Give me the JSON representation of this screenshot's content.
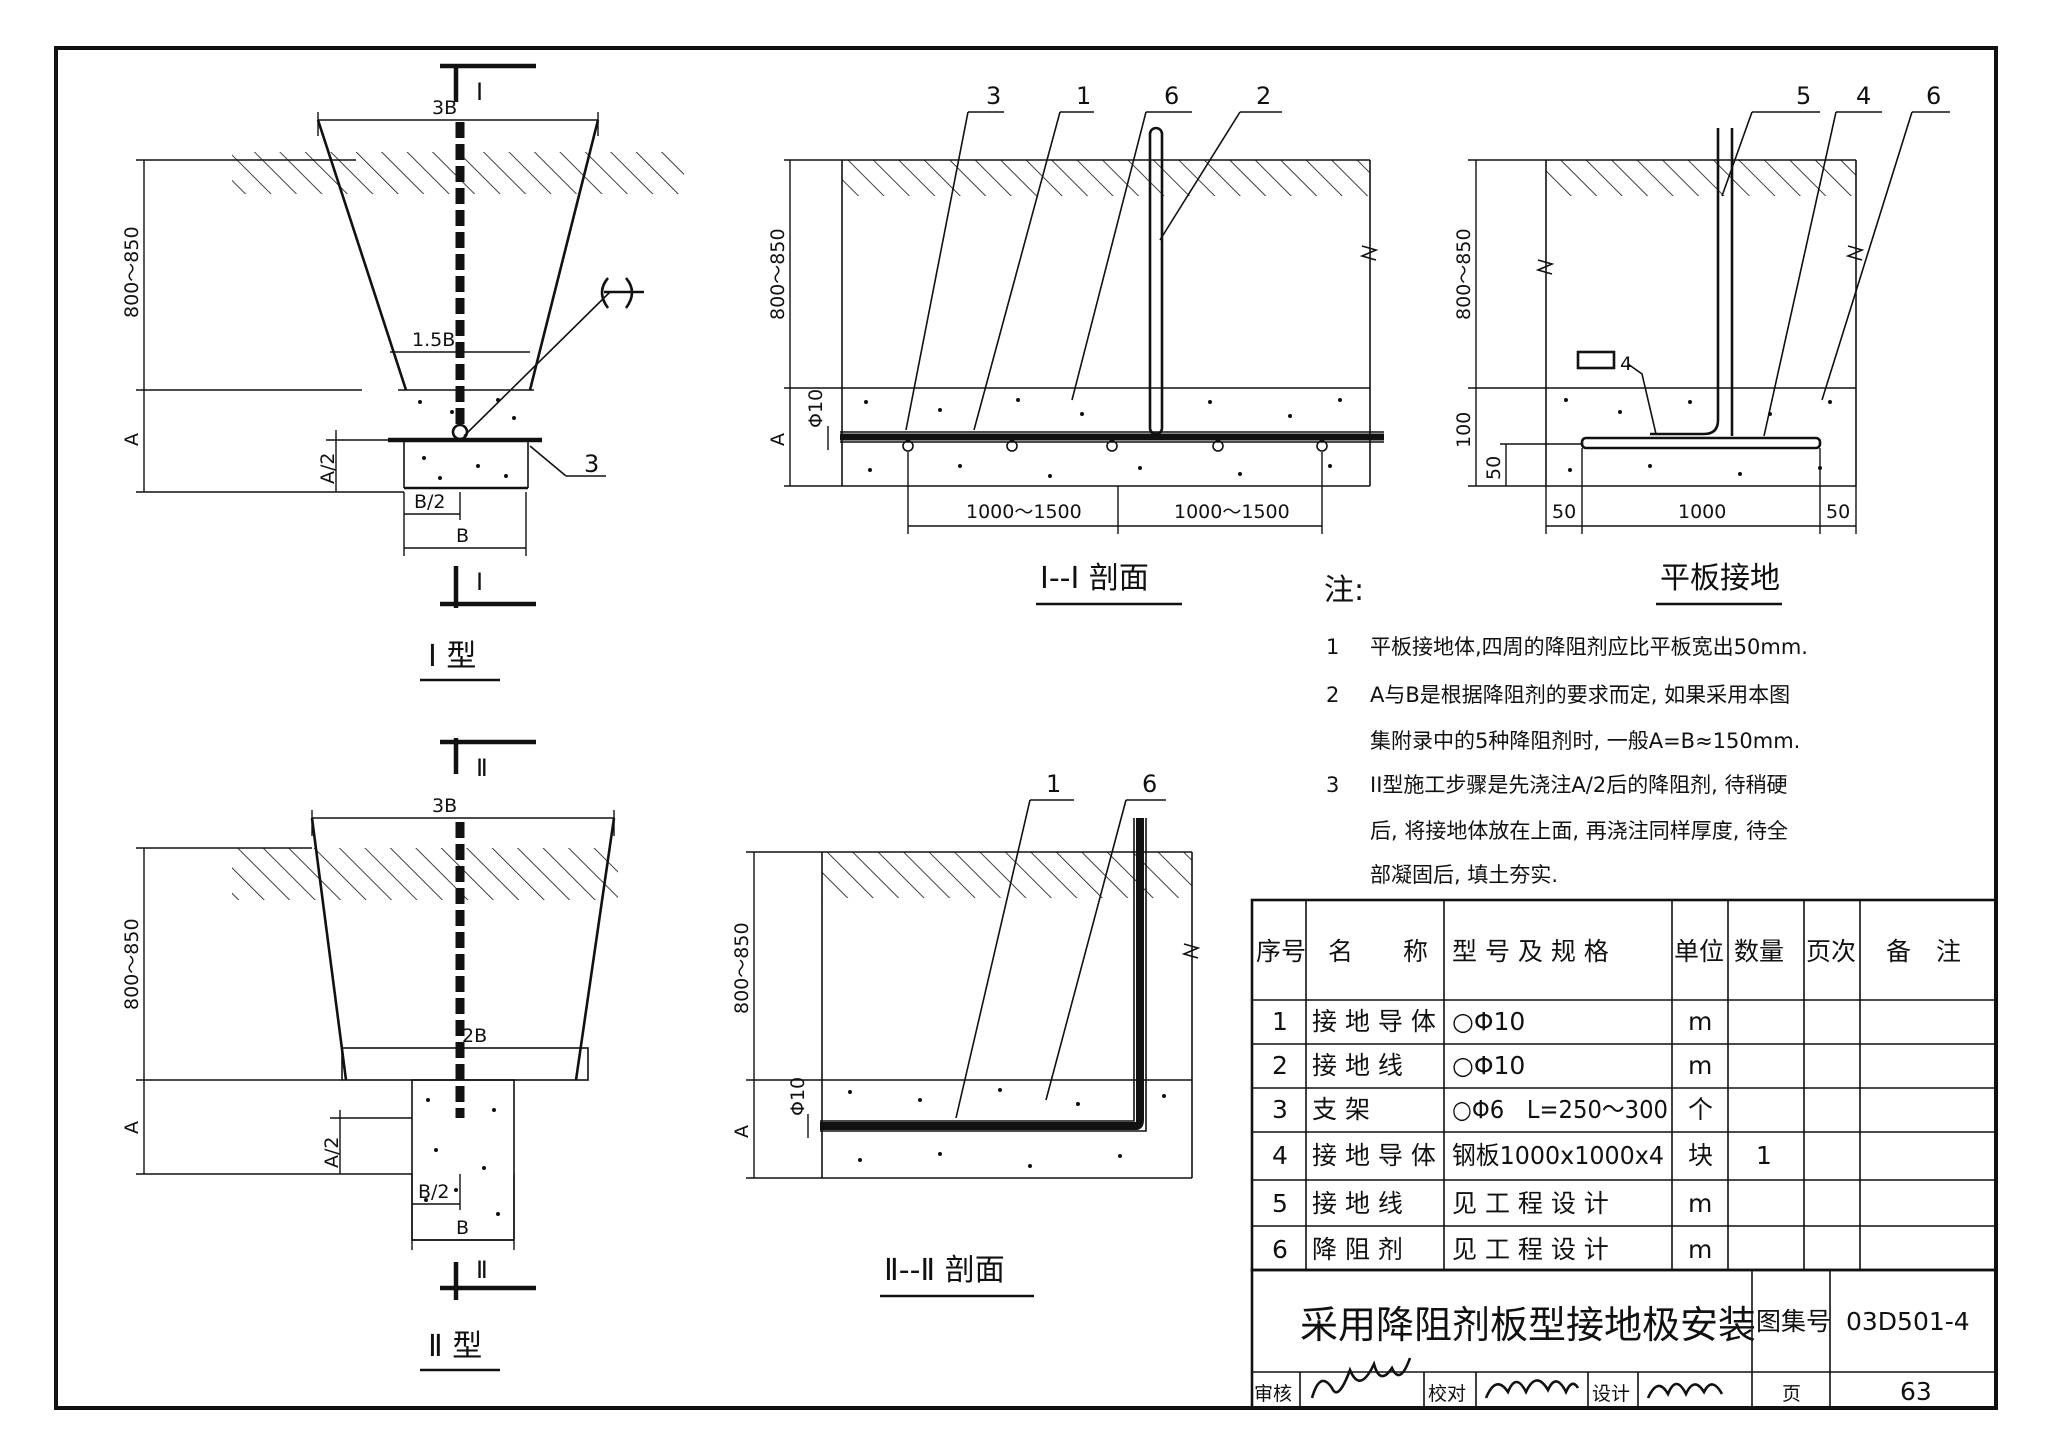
{
  "views": {
    "type1": {
      "title": "Ⅰ 型",
      "section_mark": "Ⅰ",
      "dim_top": "3B",
      "dim_mid": "1.5B",
      "dim_depth": "800～850",
      "dim_a": "A",
      "dim_a_half": "A/2",
      "dim_b_half": "B/2",
      "dim_b": "B",
      "callout_3": "3"
    },
    "type2": {
      "title": "Ⅱ 型",
      "section_mark": "Ⅱ",
      "dim_top": "3B",
      "dim_mid": "2B",
      "dim_depth": "800～850",
      "dim_a": "A",
      "dim_a_half": "A/2",
      "dim_b_half": "B/2",
      "dim_b": "B"
    },
    "section1": {
      "title": "Ⅰ--Ⅰ 剖面",
      "callouts": [
        "3",
        "1",
        "6",
        "2"
      ],
      "dim_depth": "800～850",
      "dim_a": "A",
      "dim_rod": "Φ10",
      "dim_left": "1000～1500",
      "dim_right": "1000～1500"
    },
    "section2": {
      "title": "Ⅱ--Ⅱ 剖面",
      "callouts": [
        "1",
        "6"
      ],
      "dim_depth": "800～850",
      "dim_a": "A",
      "dim_rod": "Φ10"
    },
    "plate": {
      "title": "平板接地",
      "callouts": [
        "5",
        "4",
        "6"
      ],
      "dim_depth": "800～850",
      "dim_100": "100",
      "dim_50v": "50",
      "dim_50l": "50",
      "dim_1000": "1000",
      "dim_50r": "50",
      "weld_size": "4"
    }
  },
  "notes": {
    "heading": "注:",
    "items": [
      {
        "num": "1",
        "lines": [
          "平板接地体,四周的降阻剂应比平板宽出50mm."
        ]
      },
      {
        "num": "2",
        "lines": [
          "A与B是根据降阻剂的要求而定, 如果采用本图",
          "集附录中的5种降阻剂时, 一般A=B≈150mm."
        ]
      },
      {
        "num": "3",
        "lines": [
          "II型施工步骤是先浇注A/2后的降阻剂, 待稍硬",
          "后, 将接地体放在上面, 再浇注同样厚度, 待全",
          "部凝固后, 填土夯实."
        ]
      }
    ]
  },
  "table": {
    "headers": [
      "序号",
      "名　　称",
      "型 号 及 规 格",
      "单位",
      "数量",
      "页次",
      "备　注"
    ],
    "rows": [
      [
        "1",
        "接 地 导 体",
        "○Φ10",
        "m",
        "",
        "",
        ""
      ],
      [
        "2",
        "接 地 线",
        "○Φ10",
        "m",
        "",
        "",
        ""
      ],
      [
        "3",
        "支 架",
        "○Φ6　L=250～300",
        "个",
        "",
        "",
        ""
      ],
      [
        "4",
        "接 地 导 体",
        "钢板1000x1000x4",
        "块",
        "1",
        "",
        ""
      ],
      [
        "5",
        "接 地 线",
        "见 工 程 设 计",
        "m",
        "",
        "",
        ""
      ],
      [
        "6",
        "降 阻 剂",
        "见 工 程 设 计",
        "m",
        "",
        "",
        ""
      ]
    ]
  },
  "titleblock": {
    "drawing_title": "采用降阻剂板型接地极安装",
    "atlas_label": "图集号",
    "atlas_no": "03D501-4",
    "review_label": "审核",
    "check_label": "校对",
    "design_label": "设计",
    "page_label": "页",
    "page_no": "63"
  }
}
